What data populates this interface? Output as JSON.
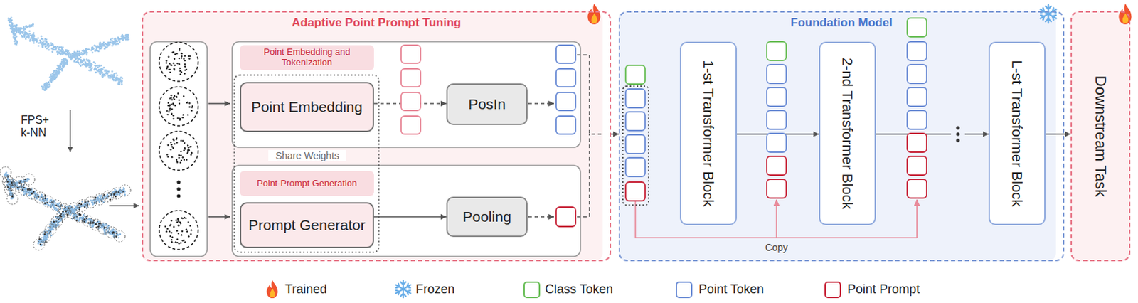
{
  "diagram": {
    "nodes": [
      {
        "text": [
          "Adaptive Point Prompt Tuning"
        ]
      },
      {
        "text": [
          "Point Embedding and Tokenization"
        ],
        "in": 0
      },
      {
        "text": [
          "Point Embedding"
        ],
        "in": 0
      },
      {
        "text": [
          "PosIn"
        ],
        "in": 0
      },
      {
        "text": [
          "Point-Prompt Generation"
        ],
        "in": 0
      },
      {
        "text": [
          "Prompt Generator"
        ],
        "in": 0
      },
      {
        "text": [
          "Pooling"
        ],
        "in": 0
      },
      {
        "text": [
          "Foundation Model"
        ]
      },
      {
        "text": [
          "1-st Transformer Block"
        ],
        "in": 7
      },
      {
        "text": [
          "2-nd Transformer Block"
        ],
        "in": 7
      },
      {
        "text": [
          "L-st Transformer Block"
        ],
        "in": 7
      },
      {
        "text": [
          "Downstream Task"
        ]
      }
    ],
    "edges": [
      {
        "from": 2,
        "to": 3,
        "arrow": "to"
      },
      {
        "from": 5,
        "to": 6,
        "arrow": "to"
      },
      {
        "from": 0,
        "to": 7,
        "arrow": "to"
      },
      {
        "from": 8,
        "to": 9,
        "arrow": "to"
      },
      {
        "from": 9,
        "to": 10,
        "arrow": "to"
      },
      {
        "from": 10,
        "to": 11,
        "arrow": "to"
      }
    ],
    "labels": [
      "FPS+ k-NN",
      "Share Weights",
      "Copy"
    ],
    "legend": [
      {
        "text": "Trained"
      },
      {
        "text": "Frozen"
      },
      {
        "text": "Class Token",
        "color": "#6cbf5a"
      },
      {
        "text": "Point Token",
        "color": "#6f8fd6"
      },
      {
        "text": "Point Prompt",
        "color": "#c8283c"
      }
    ]
  }
}
